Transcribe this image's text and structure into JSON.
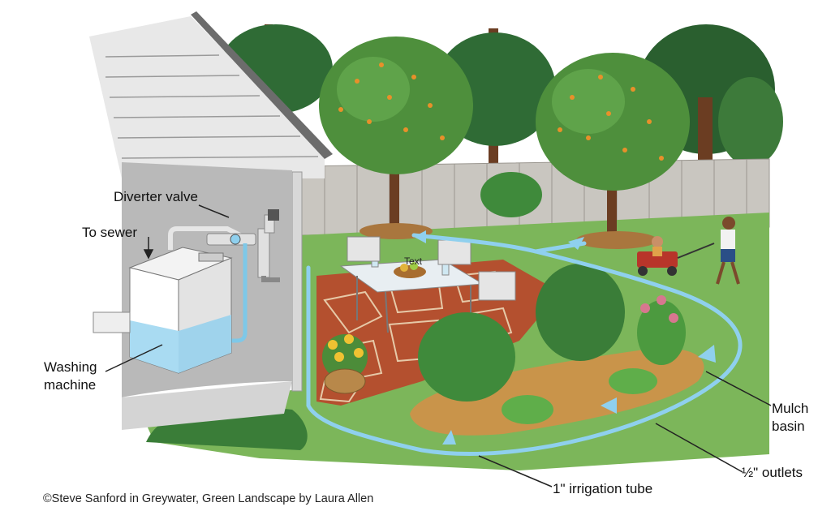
{
  "labels": {
    "diverter_valve": "Diverter valve",
    "to_sewer": "To sewer",
    "washing_machine_line1": "Washing",
    "washing_machine_line2": "machine",
    "mulch_basin_line1": "Mulch",
    "mulch_basin_line2": "basin",
    "outlets": "½\" outlets",
    "irrigation_tube": "1\" irrigation tube",
    "table_text": "Text"
  },
  "credit": "©Steve Sanford in Greywater, Green Landscape by Laura Allen",
  "colors": {
    "water": "#8fd0ee",
    "pipe": "#7ec8e8",
    "grass": "#5c9c3a",
    "patio": "#b4502f",
    "mulch": "#c9944a",
    "fence": "#c9c6c0",
    "wall": "#b9b9b9"
  }
}
